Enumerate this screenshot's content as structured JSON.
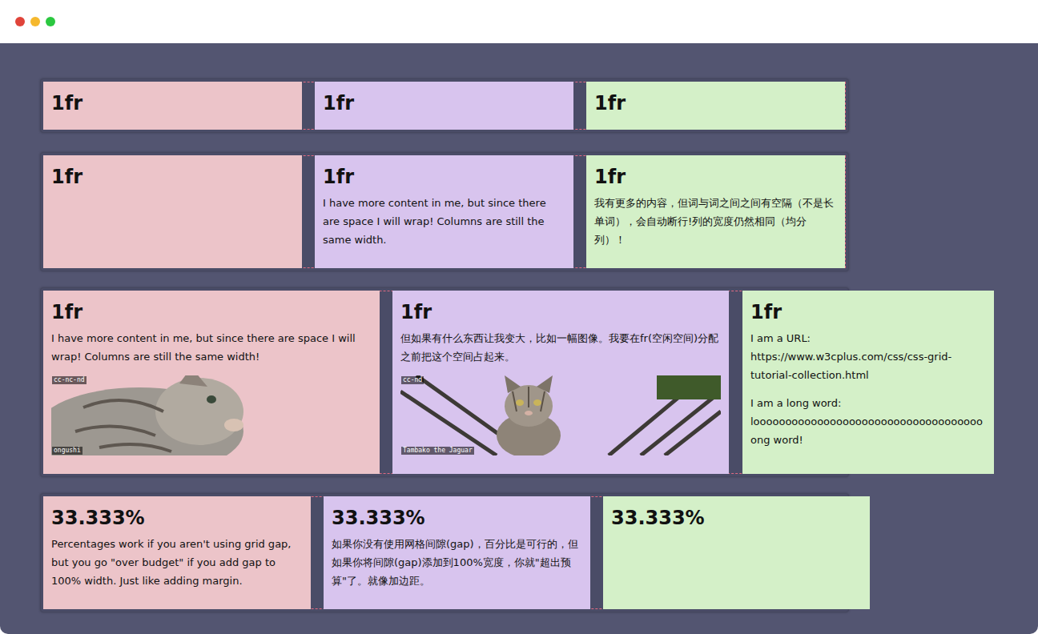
{
  "diagram": {
    "nodes": [
      {
        "text": [
          "1fr"
        ]
      },
      {
        "text": [
          "1fr"
        ]
      },
      {
        "text": [
          "1fr"
        ]
      },
      {
        "text": [
          "1fr"
        ]
      },
      {
        "text": [
          "1fr",
          "I have more content in me, but since there are space I will wrap! Columns are still the same width."
        ]
      },
      {
        "text": [
          "1fr",
          "我有更多的内容，但词与词之间之间有空隔（不是长单词），会自动断行!列的宽度仍然相同（均分列）！"
        ]
      },
      {
        "text": [
          "1fr",
          "I have more content in me, but since there are space I will wrap! Columns are still the same width!"
        ]
      },
      {
        "text": [
          "1fr",
          "但如果有什么东西让我变大，比如一幅图像。我要在fr(空闲空间)分配之前把这个空间占起来。"
        ]
      },
      {
        "text": [
          "1fr",
          "I am a URL: https://www.w3cplus.com/css/css-grid-tutorial-collection.html",
          "I am a long word: looooooooooooooooooooooooooooooooooooong word!"
        ]
      },
      {
        "text": [
          "33.333%",
          "Percentages work if you aren't using grid gap, but you go \"over budget\" if you add gap to 100% width. Just like adding margin."
        ]
      },
      {
        "text": [
          "33.333%",
          "如果你没有使用网格间隙(gap)，百分比是可行的，但如果你将间隙(gap)添加到100%宽度，你就\"超出预算\"了。就像加边距。"
        ]
      },
      {
        "text": [
          "33.333%"
        ]
      }
    ],
    "labels": [
      "cc-nc-nd",
      "ongushi",
      "cc-nd",
      "Tambako the Jaguar"
    ]
  }
}
